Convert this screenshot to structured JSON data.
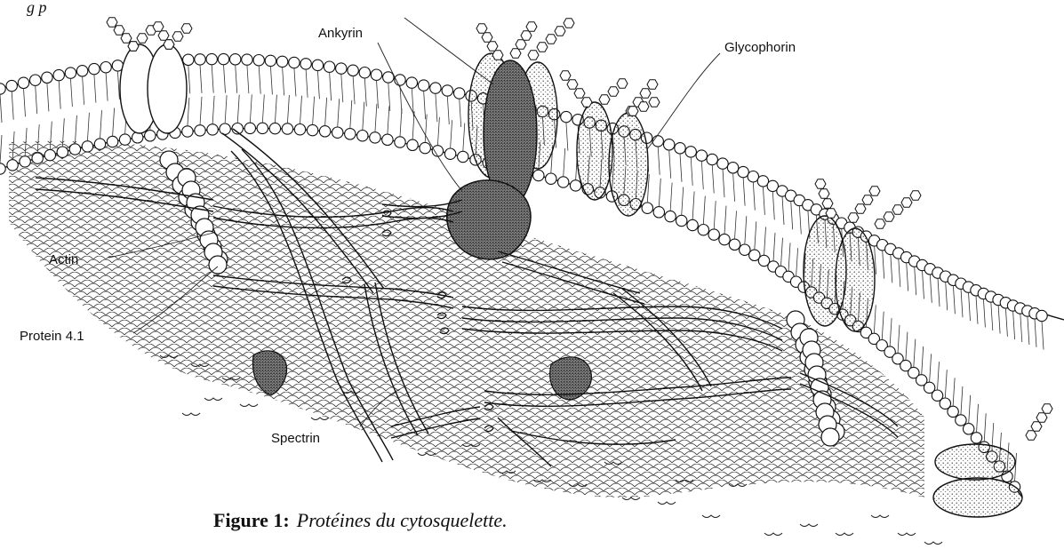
{
  "header_fragment": "g  p",
  "labels": {
    "ankyrin": "Ankyrin",
    "glycophorin": "Glycophorin",
    "actin": "Actin",
    "protein41": "Protein 4.1",
    "spectrin": "Spectrin"
  },
  "caption": {
    "prefix": "Figure 1",
    "separator": ":",
    "text": "Protéines du cytosquelette."
  },
  "colors": {
    "ink": "#111111",
    "paper": "#ffffff",
    "stipple": "#444444"
  }
}
